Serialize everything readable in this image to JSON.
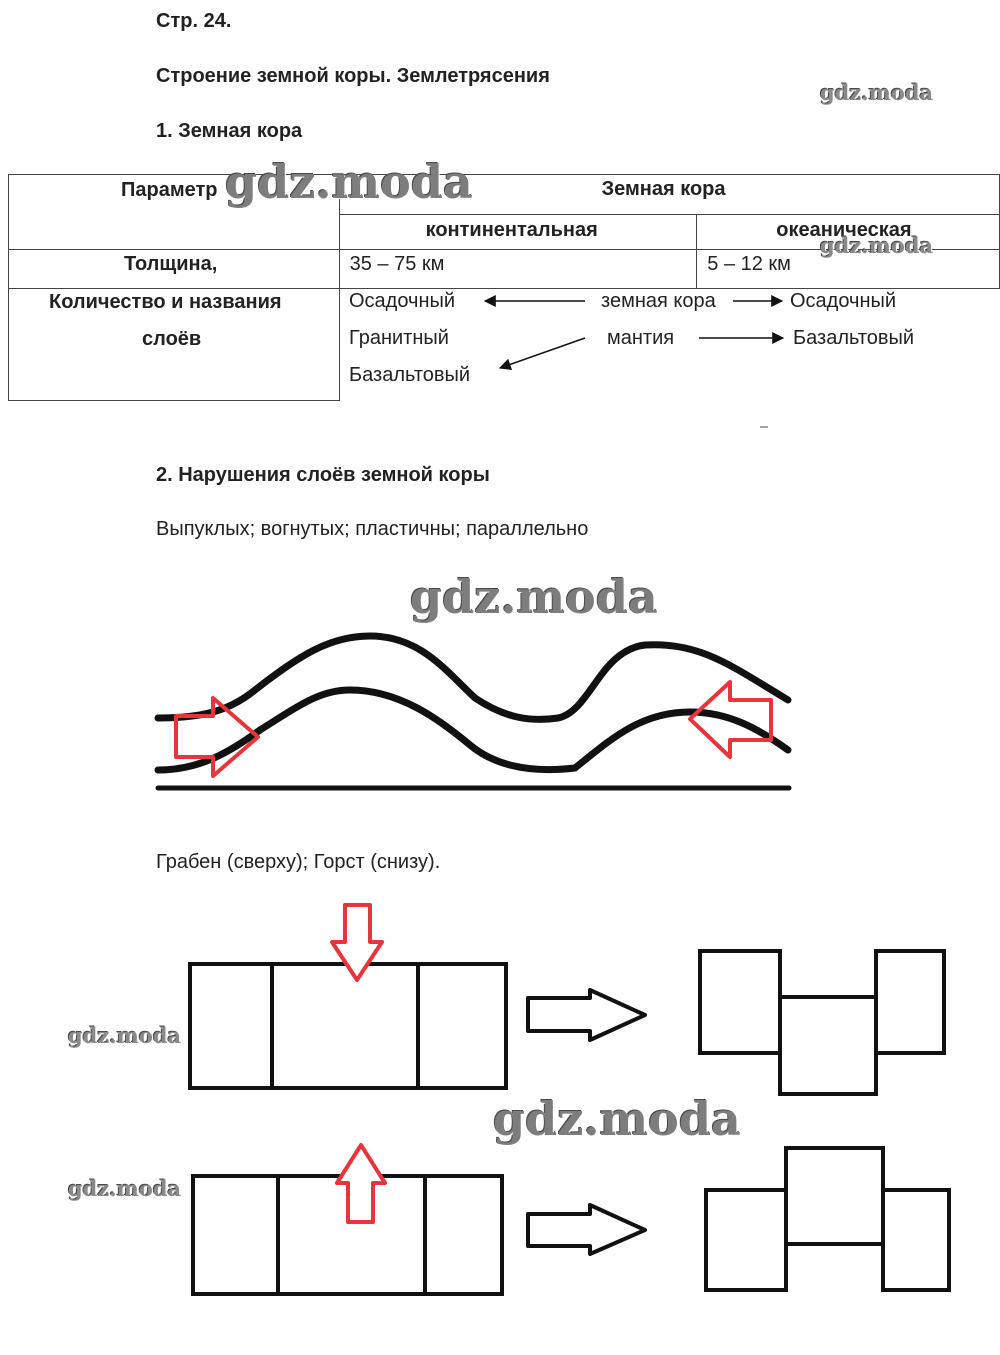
{
  "page": {
    "header": "Стр. 24.",
    "topic": "Строение земной коры. Землетрясения"
  },
  "section1": {
    "title": "1. Земная кора",
    "table": {
      "param_header": "Параметр",
      "crust_header": "Земная кора",
      "continental_header": "континентальная",
      "oceanic_header": "океаническая",
      "row_thickness": {
        "label": "Толщина,",
        "continental": "35 – 75 км",
        "oceanic": "5 – 12 км"
      },
      "row_layers": {
        "label_line1": "Количество и названия",
        "label_line2": "слоёв",
        "continental_layers": [
          "Осадочный",
          "Гранитный",
          "Базальтовый"
        ],
        "center_labels": [
          "земная кора",
          "мантия"
        ],
        "oceanic_layers": [
          "Осадочный",
          "Базальтовый"
        ]
      }
    }
  },
  "section2": {
    "title": "2. Нарушения слоёв земной коры",
    "answer_folds": "Выпуклых; вогнутых; пластичны; параллельно",
    "answer_faults": "Грабен (сверху); Горст (снизу)."
  },
  "watermarks": {
    "text": "gdz.moda"
  },
  "colors": {
    "arrow_red": "#e8343c",
    "line": "#111111"
  }
}
